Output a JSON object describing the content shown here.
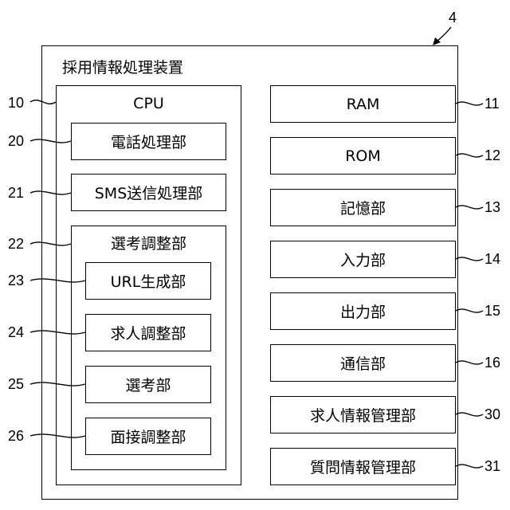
{
  "device": {
    "ref": "4",
    "title": "採用情報処理装置"
  },
  "cpu": {
    "ref": "10",
    "label": "CPU"
  },
  "telephone_unit": {
    "ref": "20",
    "label": "電話処理部"
  },
  "sms_unit": {
    "ref": "21",
    "label": "SMS送信処理部"
  },
  "selection_adjust_unit": {
    "ref": "22",
    "label": "選考調整部"
  },
  "url_unit": {
    "ref": "23",
    "label": "URL生成部"
  },
  "job_adjust_unit": {
    "ref": "24",
    "label": "求人調整部"
  },
  "selection_unit": {
    "ref": "25",
    "label": "選考部"
  },
  "interview_unit": {
    "ref": "26",
    "label": "面接調整部"
  },
  "right_units": [
    {
      "ref": "11",
      "label": "RAM"
    },
    {
      "ref": "12",
      "label": "ROM"
    },
    {
      "ref": "13",
      "label": "記憶部"
    },
    {
      "ref": "14",
      "label": "入力部"
    },
    {
      "ref": "15",
      "label": "出力部"
    },
    {
      "ref": "16",
      "label": "通信部"
    },
    {
      "ref": "30",
      "label": "求人情報管理部"
    },
    {
      "ref": "31",
      "label": "質問情報管理部"
    }
  ]
}
